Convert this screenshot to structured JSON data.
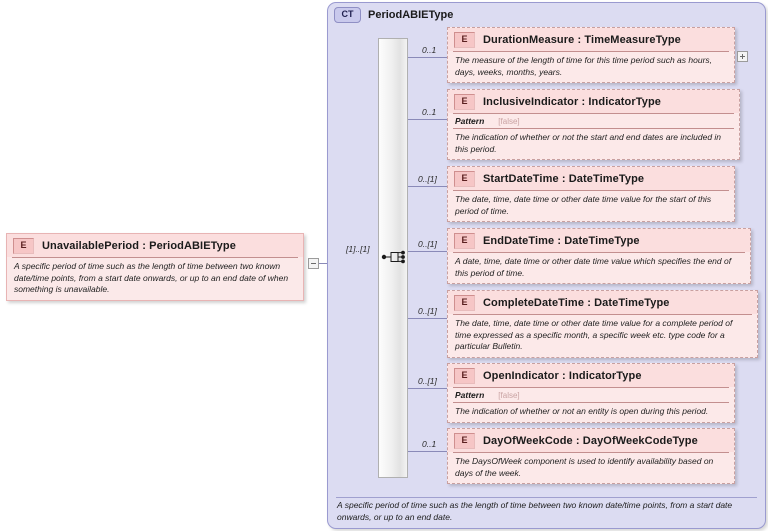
{
  "root_element": {
    "badge": "E",
    "title": "UnavailablePeriod : PeriodABIEType",
    "documentation": "A specific period of time such as the length of time between two known date/time points, from a start date onwards, or up to an end date of when something is unavailable.",
    "collapse_icon": "minus-icon"
  },
  "connector": {
    "cardinality": "[1]..[1]",
    "compositor": "sequence-icon"
  },
  "complex_type": {
    "badge": "CT",
    "title": "PeriodABIEType",
    "documentation": "A specific period of time such as the length of time between two known date/time points, from a start date onwards, or up to an end date."
  },
  "children": [
    {
      "badge": "E",
      "title": "DurationMeasure : TimeMeasureType",
      "cardinality": "0..1",
      "pattern_label": null,
      "pattern_value": null,
      "documentation": "The measure of the length of time for this time period such as hours, days, weeks, months, years.",
      "expand_icon": "plus-icon"
    },
    {
      "badge": "E",
      "title": "InclusiveIndicator : IndicatorType",
      "cardinality": "0..1",
      "pattern_label": "Pattern",
      "pattern_value": "[false]",
      "documentation": "The indication of whether or not the start and end dates are included in this period.",
      "expand_icon": null
    },
    {
      "badge": "E",
      "title": "StartDateTime : DateTimeType",
      "cardinality": "0..[1]",
      "pattern_label": null,
      "pattern_value": null,
      "documentation": "The date, time, date time or other date time value for the start of this period of time.",
      "expand_icon": null
    },
    {
      "badge": "E",
      "title": "EndDateTime : DateTimeType",
      "cardinality": "0..[1]",
      "pattern_label": null,
      "pattern_value": null,
      "documentation": "A date, time, date time or other date time value which specifies the end of this period of time.",
      "expand_icon": null
    },
    {
      "badge": "E",
      "title": "CompleteDateTime : DateTimeType",
      "cardinality": "0..[1]",
      "pattern_label": null,
      "pattern_value": null,
      "documentation": "The date, time, date time or other date time value for a complete period of time expressed as a specific month, a specific week etc. type code for a particular Bulletin.",
      "expand_icon": null
    },
    {
      "badge": "E",
      "title": "OpenIndicator : IndicatorType",
      "cardinality": "0..[1]",
      "pattern_label": "Pattern",
      "pattern_value": "[false]",
      "documentation": "The indication of whether or not an entity is open during this period.",
      "expand_icon": null
    },
    {
      "badge": "E",
      "title": "DayOfWeekCode : DayOfWeekCodeType",
      "cardinality": "0..1",
      "pattern_label": null,
      "pattern_value": null,
      "documentation": "The DaysOfWeek component is used to identify availability based on days of the week.",
      "expand_icon": null
    }
  ],
  "colors": {
    "element_fill": "#fbe9e9",
    "element_border": "#e8b4b4",
    "ct_fill": "#dcdcf2",
    "ct_border": "#9a9ad0",
    "connector_line": "#8a8ab8"
  }
}
